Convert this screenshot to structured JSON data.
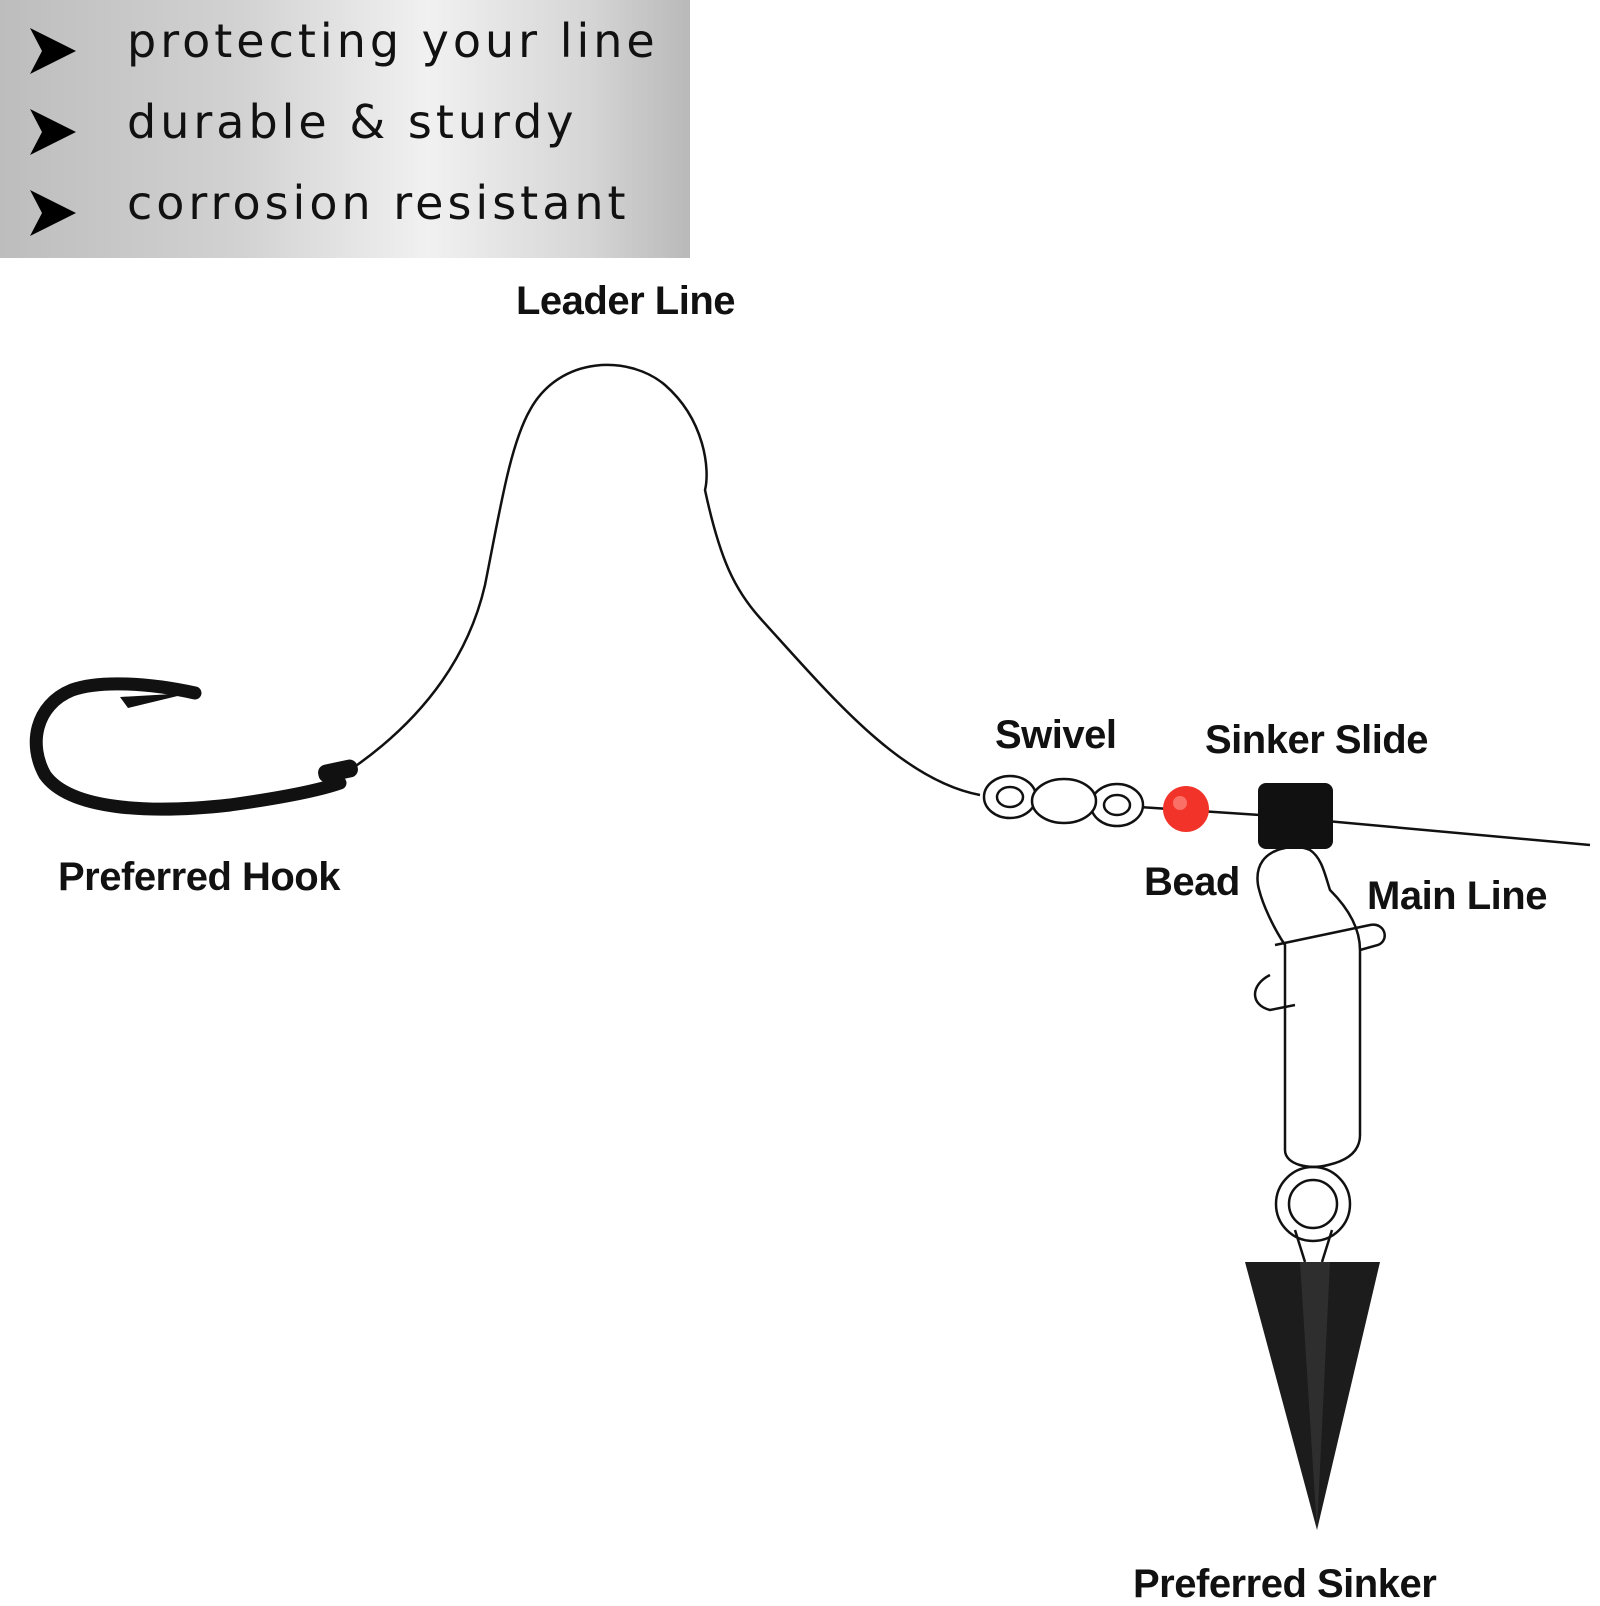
{
  "features": [
    {
      "text": "protecting your line",
      "icon": "arrow-right-icon"
    },
    {
      "text": "durable & sturdy",
      "icon": "arrow-right-icon"
    },
    {
      "text": "corrosion resistant",
      "icon": "arrow-right-icon"
    }
  ],
  "labels": {
    "leader_line": "Leader Line",
    "preferred_hook": "Preferred Hook",
    "swivel": "Swivel",
    "sinker_slide": "Sinker Slide",
    "bead": "Bead",
    "main_line": "Main Line",
    "preferred_sinker": "Preferred Sinker"
  },
  "colors": {
    "bead": "#f2332a",
    "line": "#111111",
    "sinker": "#1c1c1c"
  }
}
